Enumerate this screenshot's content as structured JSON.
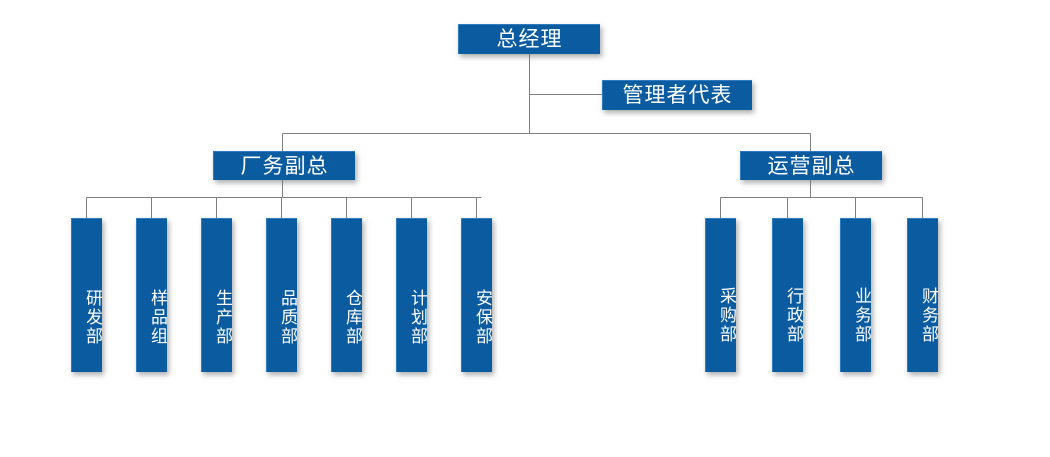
{
  "chart_title": "",
  "theme": {
    "node_fill": "#0B5BA1",
    "node_highlight": "#2E7CBE",
    "node_text": "#FFFFFF",
    "connector_line": "#808080",
    "background": "#FFFFFF"
  },
  "org": {
    "root": {
      "label": "总经理",
      "orientation": "horizontal"
    },
    "staff": [
      {
        "label": "管理者代表",
        "orientation": "horizontal"
      }
    ],
    "divisions": [
      {
        "label": "厂务副总",
        "orientation": "horizontal",
        "side": "left",
        "departments": [
          {
            "label": "研发部",
            "orientation": "vertical"
          },
          {
            "label": "样品组",
            "orientation": "vertical"
          },
          {
            "label": "生产部",
            "orientation": "vertical"
          },
          {
            "label": "品质部",
            "orientation": "vertical"
          },
          {
            "label": "仓库部",
            "orientation": "vertical"
          },
          {
            "label": "计划部",
            "orientation": "vertical"
          },
          {
            "label": "安保部",
            "orientation": "vertical"
          }
        ]
      },
      {
        "label": "运营副总",
        "orientation": "horizontal",
        "side": "right",
        "departments": [
          {
            "label": "采购部",
            "orientation": "vertical"
          },
          {
            "label": "行政部",
            "orientation": "vertical"
          },
          {
            "label": "业务部",
            "orientation": "vertical"
          },
          {
            "label": "财务部",
            "orientation": "vertical"
          }
        ]
      }
    ]
  }
}
